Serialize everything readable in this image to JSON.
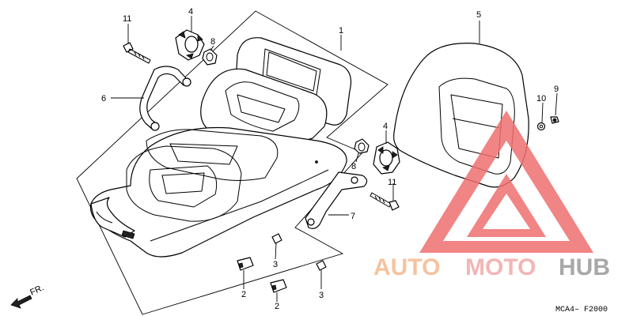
{
  "callouts": {
    "c1": "1",
    "c2a": "2",
    "c2b": "2",
    "c3a": "3",
    "c3b": "3",
    "c4a": "4",
    "c4b": "4",
    "c5": "5",
    "c6": "6",
    "c7": "7",
    "c8a": "8",
    "c8b": "8",
    "c9": "9",
    "c10": "10",
    "c11a": "11",
    "c11b": "11"
  },
  "diagram_code": "MCA4– F2000",
  "front_marker": "FR.",
  "watermark": {
    "text_a": "AUTO",
    "text_b": "MOTO",
    "text_c": "HUB",
    "color_a": "#f5b98e",
    "color_b": "#f2a9a9",
    "color_c": "#9a9a9a",
    "triangle_color": "#ef6f6f"
  }
}
